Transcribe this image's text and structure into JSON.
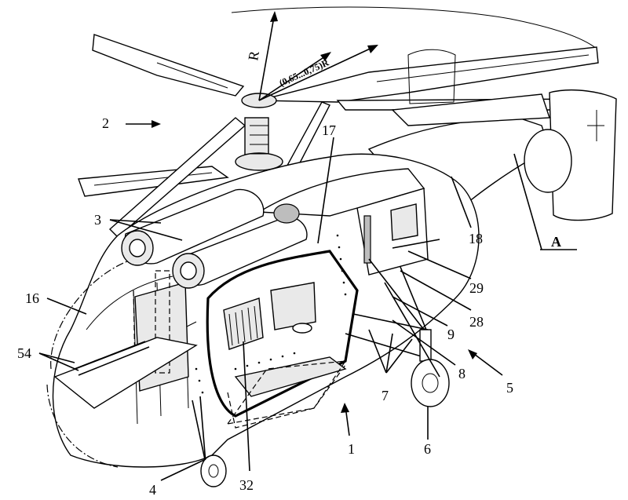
{
  "callouts": {
    "c1": "1",
    "c2": "2",
    "c3": "3",
    "c4": "4",
    "c5": "5",
    "c6": "6",
    "c7": "7",
    "c8": "8",
    "c9": "9",
    "c16": "16",
    "c17": "17",
    "c18": "18",
    "c28": "28",
    "c29": "29",
    "c32": "32",
    "c54": "54"
  },
  "section_marker": "A",
  "dimensions": {
    "radius": "R",
    "radius_fraction": "(0,65...0,75)R"
  },
  "colors": {
    "ink": "#000000",
    "paper": "#ffffff",
    "shade": "#bdbdbd"
  }
}
